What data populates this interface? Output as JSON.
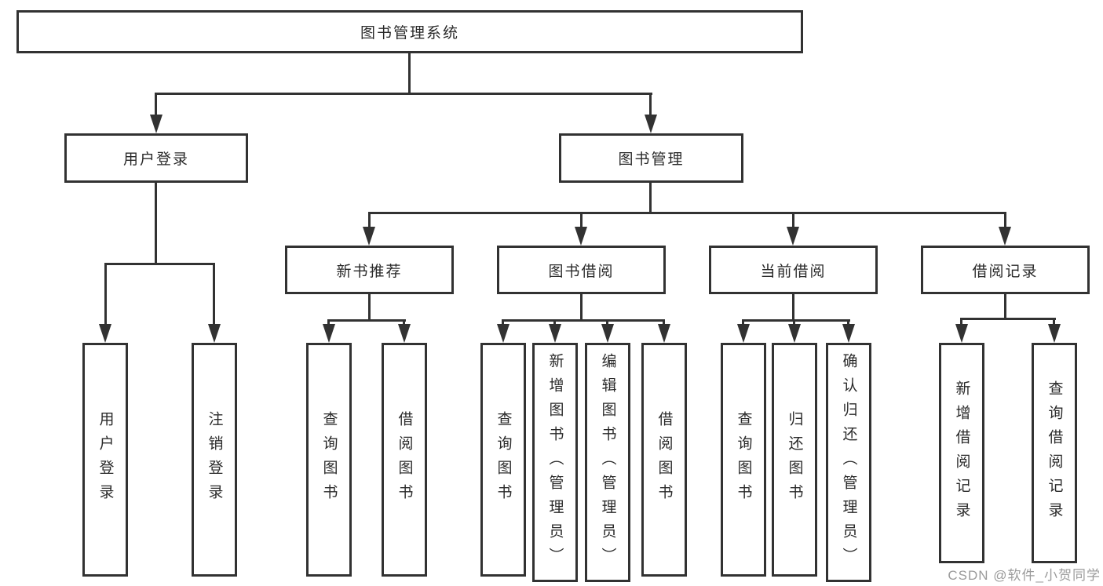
{
  "tree": {
    "root": "图书管理系统",
    "branches": [
      {
        "label": "用户登录",
        "children": [
          "用户登录",
          "注销登录"
        ]
      },
      {
        "label": "图书管理",
        "groups": [
          {
            "label": "新书推荐",
            "children": [
              "查询图书",
              "借阅图书"
            ]
          },
          {
            "label": "图书借阅",
            "children": [
              "查询图书",
              "新增图书（管理员）",
              "编辑图书（管理员）",
              "借阅图书"
            ]
          },
          {
            "label": "当前借阅",
            "children": [
              "查询图书",
              "归还图书",
              "确认归还（管理员）"
            ]
          },
          {
            "label": "借阅记录",
            "children": [
              "新增借阅记录",
              "查询借阅记录"
            ]
          }
        ]
      }
    ]
  },
  "watermark": "CSDN @软件_小贺同学",
  "colors": {
    "line": "#323232",
    "text": "#2a2a2a",
    "watermark": "#9b9b9b",
    "background": "#ffffff"
  }
}
